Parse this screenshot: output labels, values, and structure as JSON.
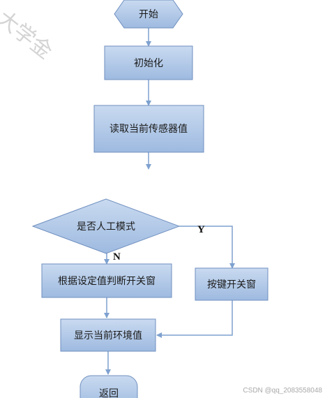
{
  "colors": {
    "node_fill_top": "#c9daf0",
    "node_fill_bottom": "#9ebae0",
    "node_stroke": "#6f8fbf",
    "connector": "#7ea1cf"
  },
  "watermark": {
    "text": "大学金"
  },
  "nodes": {
    "start": "开始",
    "init": "初始化",
    "read_sensors": "读取当前传感器值",
    "manual_mode_decision": "是否人工模式",
    "auto_window_control": "根据设定值判断开关窗",
    "manual_window_control": "按键开关窗",
    "display_environment": "显示当前环境值",
    "return": "返回"
  },
  "branch_labels": {
    "yes": "Y",
    "no": "N"
  },
  "credit": "CSDN @qq_2083558048"
}
